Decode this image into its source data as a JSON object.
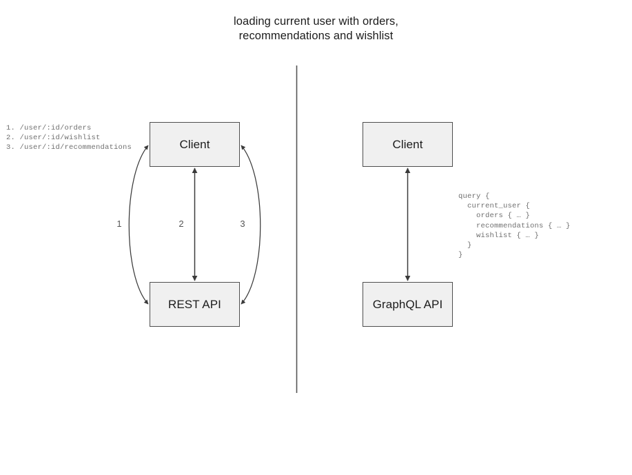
{
  "title": "loading current user with orders,\nrecommendations and wishlist",
  "divider": {
    "name": "vertical-divider",
    "color": "#555555"
  },
  "left_panel": {
    "name": "rest-api-comparison-panel",
    "nodes": [
      {
        "id": "client",
        "label": "Client"
      },
      {
        "id": "rest-api",
        "label": "REST API"
      }
    ],
    "endpoints_text": "1. /user/:id/orders\n2. /user/:id/wishlist\n3. /user/:id/recommendations",
    "endpoints": [
      {
        "number": "1.",
        "path": "/user/:id/orders"
      },
      {
        "number": "2.",
        "path": "/user/:id/wishlist"
      },
      {
        "number": "3.",
        "path": "/user/:id/recommendations"
      }
    ],
    "edges": [
      {
        "id": "edge-1",
        "label": "1",
        "shape": "curved-left",
        "arrowheads": "both"
      },
      {
        "id": "edge-2",
        "label": "2",
        "shape": "straight",
        "arrowheads": "both"
      },
      {
        "id": "edge-3",
        "label": "3",
        "shape": "curved-right",
        "arrowheads": "both"
      }
    ]
  },
  "right_panel": {
    "name": "graphql-comparison-panel",
    "nodes": [
      {
        "id": "client",
        "label": "Client"
      },
      {
        "id": "graphql-api",
        "label": "GraphQL API"
      }
    ],
    "query_text": "query {\n  current_user {\n    orders { … }\n    recommendations { … }\n    wishlist { … }\n  }\n}",
    "edges": [
      {
        "id": "edge-gql",
        "label": "",
        "shape": "straight",
        "arrowheads": "both"
      }
    ]
  },
  "colors": {
    "background": "#ffffff",
    "node_fill": "#f0f0f0",
    "node_border": "#4d4d4d",
    "edge_stroke": "#3a3a3a",
    "text": "#1c1c1c",
    "mono_text": "#6f6f6f",
    "label_text": "#555555"
  }
}
